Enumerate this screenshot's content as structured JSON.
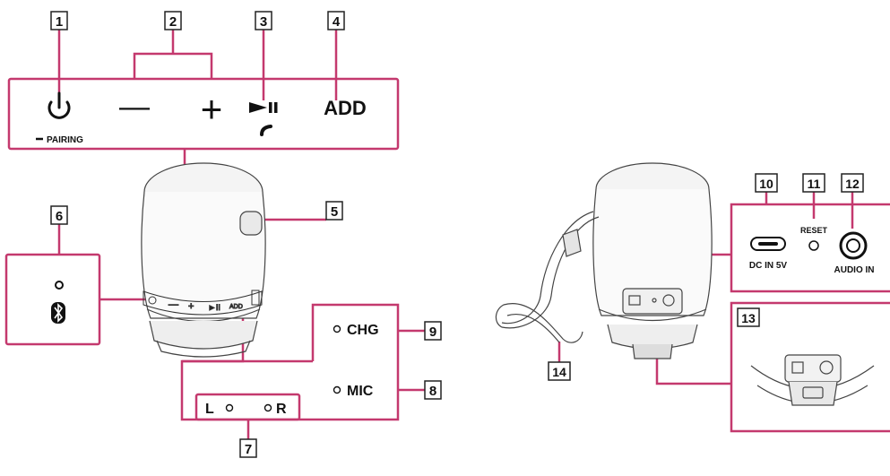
{
  "callouts": {
    "c1": "1",
    "c2": "2",
    "c3": "3",
    "c4": "4",
    "c5": "5",
    "c6": "6",
    "c7": "7",
    "c8": "8",
    "c9": "9",
    "c10": "10",
    "c11": "11",
    "c12": "12",
    "c13": "13",
    "c14": "14"
  },
  "top_panel": {
    "minus": "—",
    "plus": "+",
    "add": "ADD",
    "pairing": "PAIRING"
  },
  "indicators": {
    "chg": "CHG",
    "mic": "MIC",
    "left": "L",
    "right": "R"
  },
  "rear_panel": {
    "dc_in": "DC IN 5V",
    "reset": "RESET",
    "audio_in": "AUDIO IN"
  },
  "colors": {
    "leader": "#c4396e",
    "outline": "#333333",
    "text": "#111111"
  },
  "icons": {
    "power": "power-icon",
    "play_pause": "play-pause-icon",
    "call": "call-icon",
    "bluetooth": "bluetooth-icon"
  }
}
